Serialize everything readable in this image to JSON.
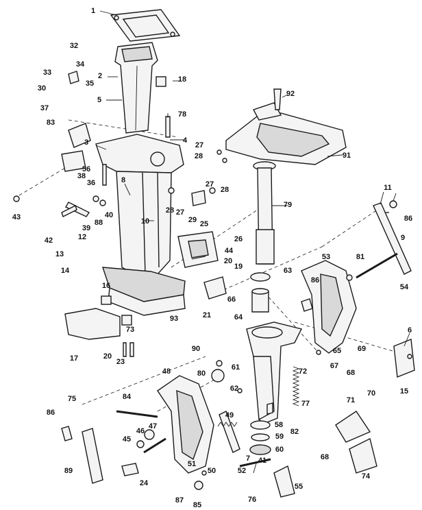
{
  "callouts": [
    {
      "id": "c1",
      "text": "1"
    },
    {
      "id": "c2",
      "text": "2"
    },
    {
      "id": "c3",
      "text": "3"
    },
    {
      "id": "c4",
      "text": "4"
    },
    {
      "id": "c5",
      "text": "5"
    },
    {
      "id": "c6",
      "text": "6"
    },
    {
      "id": "c7",
      "text": "7"
    },
    {
      "id": "c8",
      "text": "8"
    },
    {
      "id": "c9",
      "text": "9"
    },
    {
      "id": "c10",
      "text": "10"
    },
    {
      "id": "c11",
      "text": "11"
    },
    {
      "id": "c12",
      "text": "12"
    },
    {
      "id": "c13",
      "text": "13"
    },
    {
      "id": "c14",
      "text": "14"
    },
    {
      "id": "c15",
      "text": "15"
    },
    {
      "id": "c16",
      "text": "16"
    },
    {
      "id": "c17",
      "text": "17"
    },
    {
      "id": "c18",
      "text": "18"
    },
    {
      "id": "c19",
      "text": "19"
    },
    {
      "id": "c20a",
      "text": "20"
    },
    {
      "id": "c20b",
      "text": "20"
    },
    {
      "id": "c21",
      "text": "21"
    },
    {
      "id": "c23",
      "text": "23"
    },
    {
      "id": "c24",
      "text": "24"
    },
    {
      "id": "c25",
      "text": "25"
    },
    {
      "id": "c26",
      "text": "26"
    },
    {
      "id": "c27a",
      "text": "27"
    },
    {
      "id": "c27b",
      "text": "27"
    },
    {
      "id": "c27c",
      "text": "27"
    },
    {
      "id": "c28a",
      "text": "28"
    },
    {
      "id": "c28b",
      "text": "28"
    },
    {
      "id": "c28c",
      "text": "28"
    },
    {
      "id": "c29",
      "text": "29"
    },
    {
      "id": "c30",
      "text": "30"
    },
    {
      "id": "c32",
      "text": "32"
    },
    {
      "id": "c33",
      "text": "33"
    },
    {
      "id": "c34",
      "text": "34"
    },
    {
      "id": "c35",
      "text": "35"
    },
    {
      "id": "c36",
      "text": "36"
    },
    {
      "id": "c37",
      "text": "37"
    },
    {
      "id": "c38",
      "text": "38"
    },
    {
      "id": "c39",
      "text": "39"
    },
    {
      "id": "c40",
      "text": "40"
    },
    {
      "id": "c41",
      "text": "41"
    },
    {
      "id": "c42",
      "text": "42"
    },
    {
      "id": "c43",
      "text": "43"
    },
    {
      "id": "c44",
      "text": "44"
    },
    {
      "id": "c45",
      "text": "45"
    },
    {
      "id": "c46",
      "text": "46"
    },
    {
      "id": "c47",
      "text": "47"
    },
    {
      "id": "c48",
      "text": "48"
    },
    {
      "id": "c49",
      "text": "49"
    },
    {
      "id": "c50",
      "text": "50"
    },
    {
      "id": "c51",
      "text": "51"
    },
    {
      "id": "c52",
      "text": "52"
    },
    {
      "id": "c53",
      "text": "53"
    },
    {
      "id": "c54",
      "text": "54"
    },
    {
      "id": "c55",
      "text": "55"
    },
    {
      "id": "c56",
      "text": "56"
    },
    {
      "id": "c58",
      "text": "58"
    },
    {
      "id": "c59",
      "text": "59"
    },
    {
      "id": "c60",
      "text": "60"
    },
    {
      "id": "c61",
      "text": "61"
    },
    {
      "id": "c62",
      "text": "62"
    },
    {
      "id": "c63",
      "text": "63"
    },
    {
      "id": "c64",
      "text": "64"
    },
    {
      "id": "c65",
      "text": "65"
    },
    {
      "id": "c66",
      "text": "66"
    },
    {
      "id": "c67",
      "text": "67"
    },
    {
      "id": "c68a",
      "text": "68"
    },
    {
      "id": "c68b",
      "text": "68"
    },
    {
      "id": "c69",
      "text": "69"
    },
    {
      "id": "c70",
      "text": "70"
    },
    {
      "id": "c71",
      "text": "71"
    },
    {
      "id": "c72",
      "text": "72"
    },
    {
      "id": "c73",
      "text": "73"
    },
    {
      "id": "c74",
      "text": "74"
    },
    {
      "id": "c75",
      "text": "75"
    },
    {
      "id": "c76",
      "text": "76"
    },
    {
      "id": "c77",
      "text": "77"
    },
    {
      "id": "c78",
      "text": "78"
    },
    {
      "id": "c79",
      "text": "79"
    },
    {
      "id": "c80",
      "text": "80"
    },
    {
      "id": "c81",
      "text": "81"
    },
    {
      "id": "c82",
      "text": "82"
    },
    {
      "id": "c83",
      "text": "83"
    },
    {
      "id": "c84",
      "text": "84"
    },
    {
      "id": "c85",
      "text": "85"
    },
    {
      "id": "c86a",
      "text": "86"
    },
    {
      "id": "c86b",
      "text": "86"
    },
    {
      "id": "c86c",
      "text": "86"
    },
    {
      "id": "c87",
      "text": "87"
    },
    {
      "id": "c88",
      "text": "88"
    },
    {
      "id": "c89",
      "text": "89"
    },
    {
      "id": "c90",
      "text": "90"
    },
    {
      "id": "c91",
      "text": "91"
    },
    {
      "id": "c92",
      "text": "92"
    },
    {
      "id": "c93",
      "text": "93"
    }
  ]
}
